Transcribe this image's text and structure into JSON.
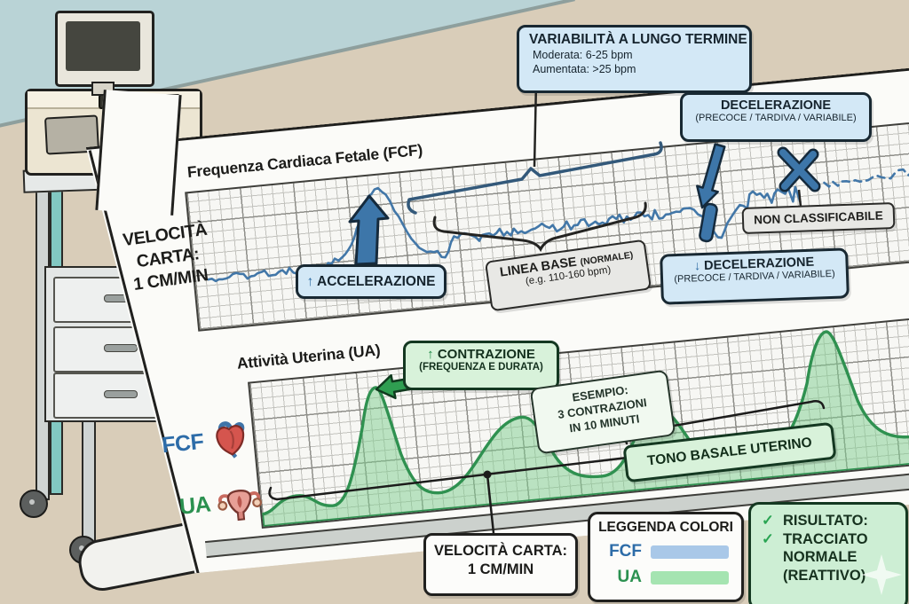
{
  "paper": {
    "fcf_title": "Frequenza Cardiaca Fetale (FCF)",
    "ua_title": "Attività Uterina (UA)",
    "side_speed": [
      "VELOCITÀ",
      "CARTA:",
      "1 CM/MIN"
    ],
    "axis_legend": {
      "fcf": "FCF",
      "ua": "UA"
    }
  },
  "callouts": {
    "variability": {
      "title": "VARIABILITÀ A LUNGO TERMINE",
      "moderate": "Moderata: 6-25 bpm",
      "increased": "Aumentata: >25 bpm"
    },
    "deceleration_top": {
      "title": "DECELERAZIONE",
      "subtitle": "(PRECOCE / TARDIVA / VARIABILE)"
    },
    "non_classifiable": "NON CLASSIFICABILE",
    "deceleration_mid": {
      "arrow": "↓",
      "title": "DECELERAZIONE",
      "subtitle": "(PRECOCE / TARDIVA / VARIABILE)"
    },
    "acceleration": {
      "arrow": "↑",
      "title": "ACCELERAZIONE"
    },
    "baseline": {
      "title": "LINEA BASE",
      "qualifier": "(NORMALE)",
      "subtitle": "(e.g. 110-160 bpm)"
    },
    "contraction": {
      "arrow": "↑",
      "title": "CONTRAZIONE",
      "subtitle": "(FREQUENZA E DURATA)"
    },
    "example": {
      "line1": "ESEMPIO:",
      "line2": "3 CONTRAZIONI",
      "line3": "IN 10 MINUTI"
    },
    "uterine_tone": "TONO BASALE UTERINO",
    "paper_speed": {
      "line1": "VELOCITÀ CARTA:",
      "line2": "1 CM/MIN"
    },
    "legend": {
      "title": "LEGGENDA COLORI",
      "fcf_label": "FCF",
      "ua_label": "UA"
    },
    "result": {
      "check": "✓",
      "line1": "RISULTATO:",
      "line2": "TRACCIATO",
      "line3": "NORMALE",
      "line4": "(REATTIVO)"
    }
  },
  "colors": {
    "fcf_trace": "#4277a8",
    "ua_trace": "#2f9150",
    "fcf_swatch": "#a9c8e8",
    "ua_swatch": "#a5e4b1",
    "fcf_label": "#2d6ca8",
    "ua_label": "#2b9150"
  }
}
